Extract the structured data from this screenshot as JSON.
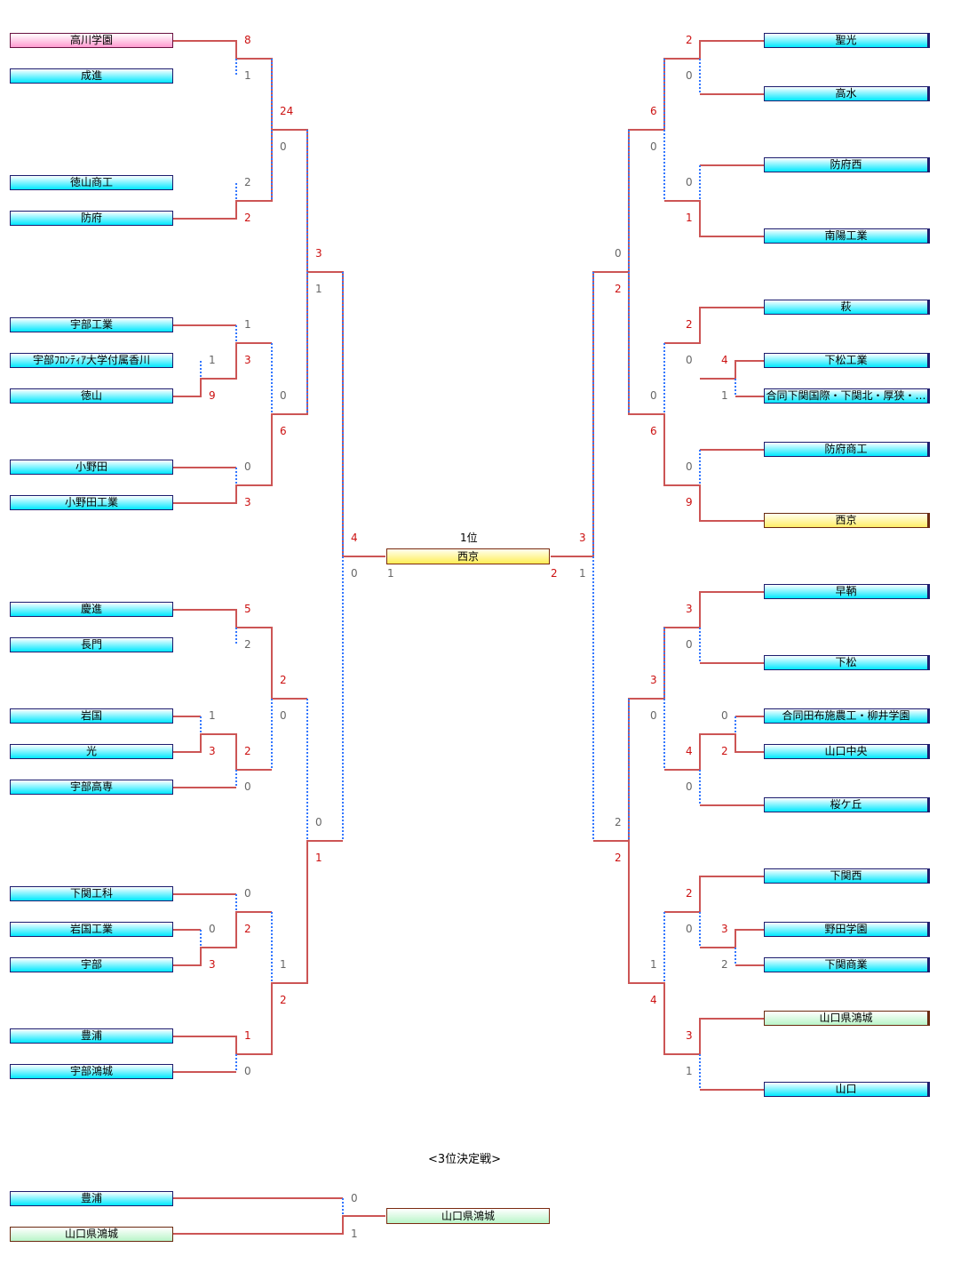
{
  "final": {
    "label": "1位",
    "champion": "西京",
    "scores": {
      "left_top": "4",
      "left_bottom": "0",
      "box_left": "1",
      "box_right": "2",
      "right_top": "3",
      "right_bottom": "1"
    }
  },
  "left_top": {
    "teams": [
      "高川学園",
      "成進",
      "徳山商工",
      "防府",
      "宇部工業",
      "宇部ﾌﾛﾝﾃｨｱ大学付属香川",
      "徳山",
      "小野田",
      "小野田工業"
    ],
    "scores": {
      "r1a": [
        "8",
        "1"
      ],
      "r1b": [
        "2",
        "2"
      ],
      "r1c_pre": [
        "1",
        "9"
      ],
      "r1c": [
        "1",
        "3"
      ],
      "r1d": [
        "0",
        "3"
      ],
      "r2a": [
        "24",
        "0"
      ],
      "r2b": [
        "0",
        "6"
      ],
      "r3": [
        "3",
        "1"
      ]
    }
  },
  "left_bottom": {
    "teams": [
      "慶進",
      "長門",
      "岩国",
      "光",
      "宇部高専",
      "下関工科",
      "岩国工業",
      "宇部",
      "豊浦",
      "宇部鴻城"
    ],
    "scores": {
      "r1a": [
        "5",
        "2"
      ],
      "r1b_pre": [
        "1",
        "3"
      ],
      "r1b": [
        "2",
        "0"
      ],
      "r1c_pre": [
        "0",
        "3"
      ],
      "r1c": [
        "0",
        "2"
      ],
      "r1d": [
        "1",
        "0"
      ],
      "r2a": [
        "2",
        "0"
      ],
      "r2b": [
        "1",
        "2"
      ],
      "r3": [
        "0",
        "1"
      ]
    }
  },
  "right_top": {
    "teams": [
      "聖光",
      "高水",
      "防府西",
      "南陽工業",
      "萩",
      "下松工業",
      "合同下関国際・下関北・厚狭・…",
      "防府商工",
      "西京"
    ],
    "scores": {
      "r1a": [
        "2",
        "0"
      ],
      "r1b": [
        "0",
        "1"
      ],
      "r1c_pre": [
        "4",
        "1"
      ],
      "r1c": [
        "2",
        "0"
      ],
      "r1d": [
        "0",
        "9"
      ],
      "r2a": [
        "6",
        "0"
      ],
      "r2b": [
        "0",
        "6"
      ],
      "r3": [
        "0",
        "2"
      ]
    }
  },
  "right_bottom": {
    "teams": [
      "早鞆",
      "下松",
      "合同田布施農工・柳井学園",
      "山口中央",
      "桜ケ丘",
      "下関西",
      "野田学園",
      "下関商業",
      "山口県鴻城",
      "山口"
    ],
    "scores": {
      "r1a": [
        "3",
        "0"
      ],
      "r1b_pre": [
        "0",
        "2"
      ],
      "r1b": [
        "4",
        "0"
      ],
      "r1c": [
        "2",
        "0"
      ],
      "r1c_pre": [
        "3",
        "2"
      ],
      "r1d": [
        "3",
        "1"
      ],
      "r2a": [
        "3",
        "0"
      ],
      "r2b": [
        "1",
        "4"
      ],
      "r3": [
        "2",
        "2"
      ]
    }
  },
  "third_place": {
    "title": "<3位決定戦>",
    "teams": [
      "豊浦",
      "山口県鴻城"
    ],
    "scores": [
      "0",
      "1"
    ],
    "winner": "山口県鴻城"
  },
  "colors": {
    "winner_line": "#cc5555",
    "loser_line": "#3377ff",
    "winner_score": "#cc1111",
    "loser_score": "#666666"
  }
}
